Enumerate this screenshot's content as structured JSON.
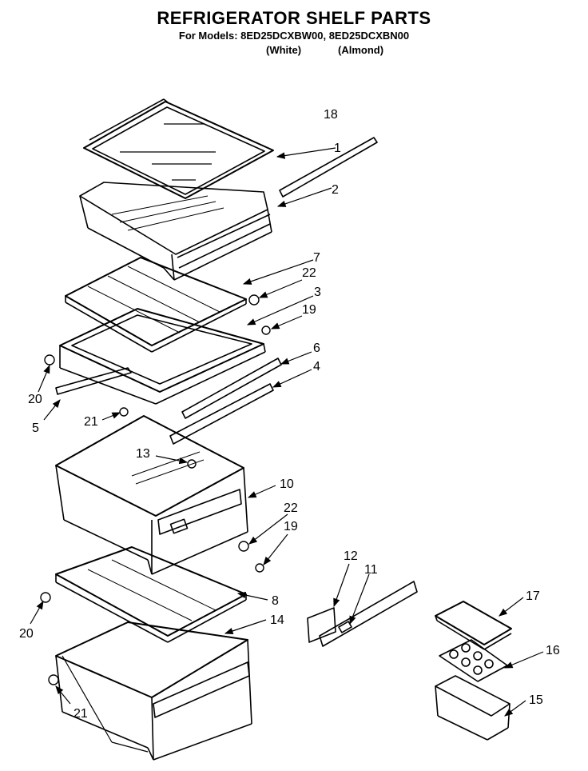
{
  "header": {
    "title": "REFRIGERATOR SHELF PARTS",
    "models_line": "For Models: 8ED25DCXBW00, 8ED25DCXBN00",
    "white_label": "(White)",
    "almond_label": "(Almond)"
  },
  "callouts": {
    "p18": "18",
    "p1": "1",
    "p2": "2",
    "p7": "7",
    "p22a": "22",
    "p3": "3",
    "p19a": "19",
    "p6": "6",
    "p4": "4",
    "p20a": "20",
    "p5": "5",
    "p21a": "21",
    "p13": "13",
    "p10": "10",
    "p22b": "22",
    "p19b": "19",
    "p12": "12",
    "p11": "11",
    "p8": "8",
    "p14": "14",
    "p20b": "20",
    "p17": "17",
    "p16": "16",
    "p15": "15",
    "p21b": "21"
  }
}
